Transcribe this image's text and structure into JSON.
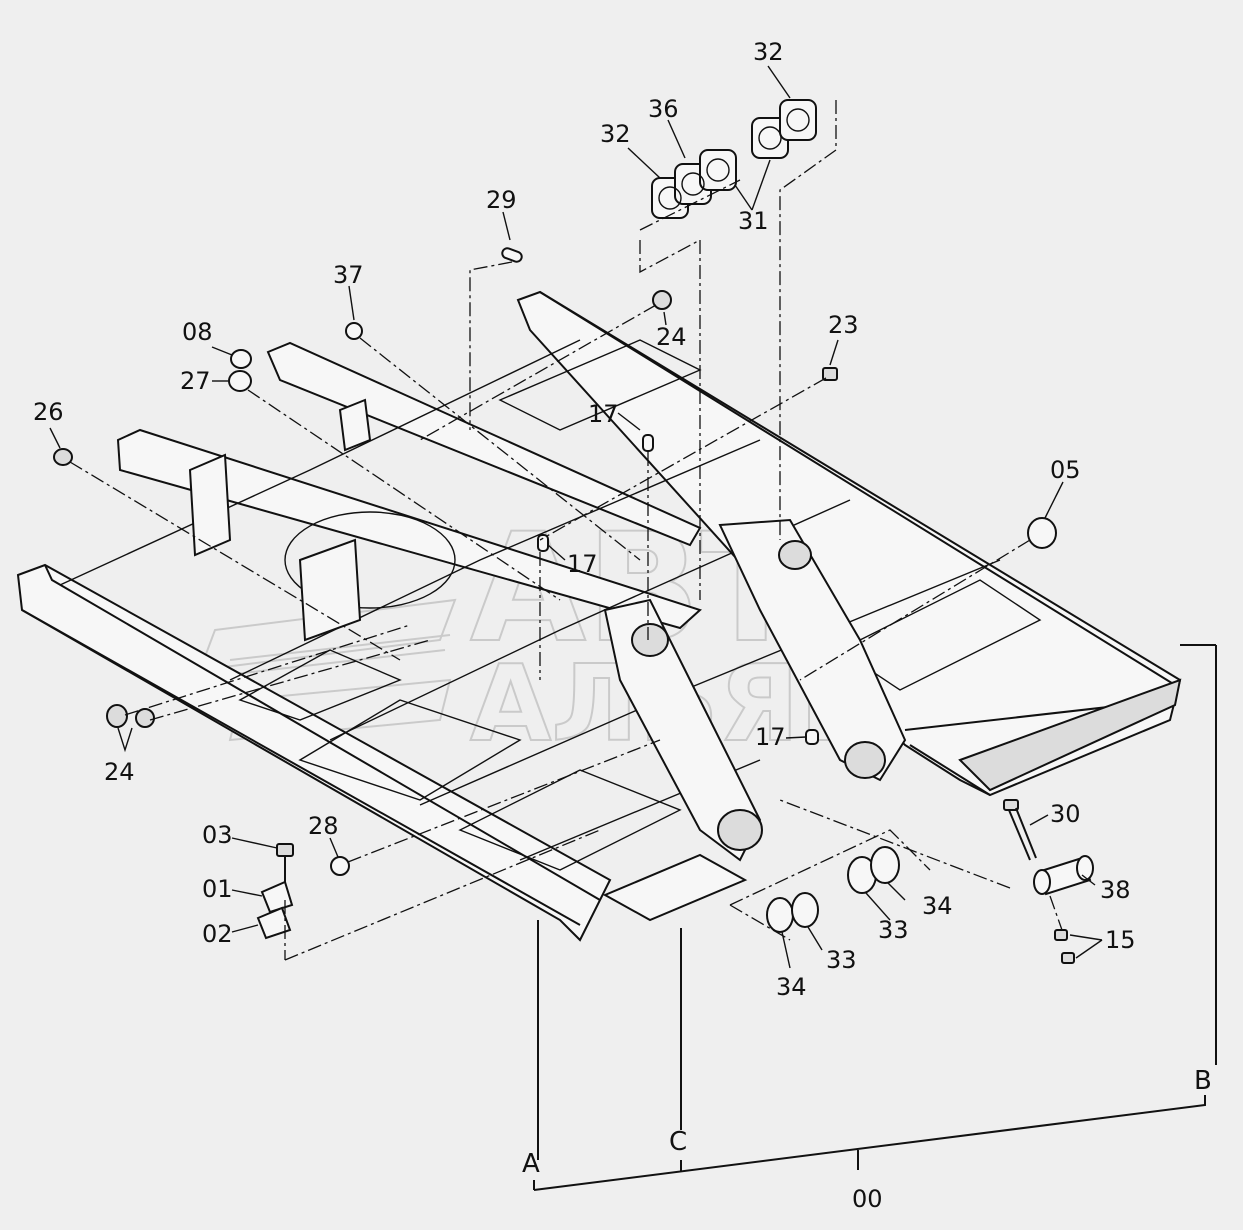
{
  "labels": {
    "l00": "00",
    "l01": "01",
    "l02": "02",
    "l03": "03",
    "l05": "05",
    "l08": "08",
    "l15": "15",
    "l17a": "17",
    "l17b": "17",
    "l17c": "17",
    "l23": "23",
    "l24a": "24",
    "l24b": "24",
    "l26": "26",
    "l27": "27",
    "l28": "28",
    "l29": "29",
    "l30": "30",
    "l31": "31",
    "l32a": "32",
    "l32b": "32",
    "l33a": "33",
    "l33b": "33",
    "l34a": "34",
    "l34b": "34",
    "l36": "36",
    "l37": "37",
    "l38": "38"
  },
  "groups": {
    "A": "A",
    "B": "B",
    "C": "C"
  },
  "watermark": {
    "line1": "АВТО",
    "line2": "АЛЬЯНС"
  }
}
